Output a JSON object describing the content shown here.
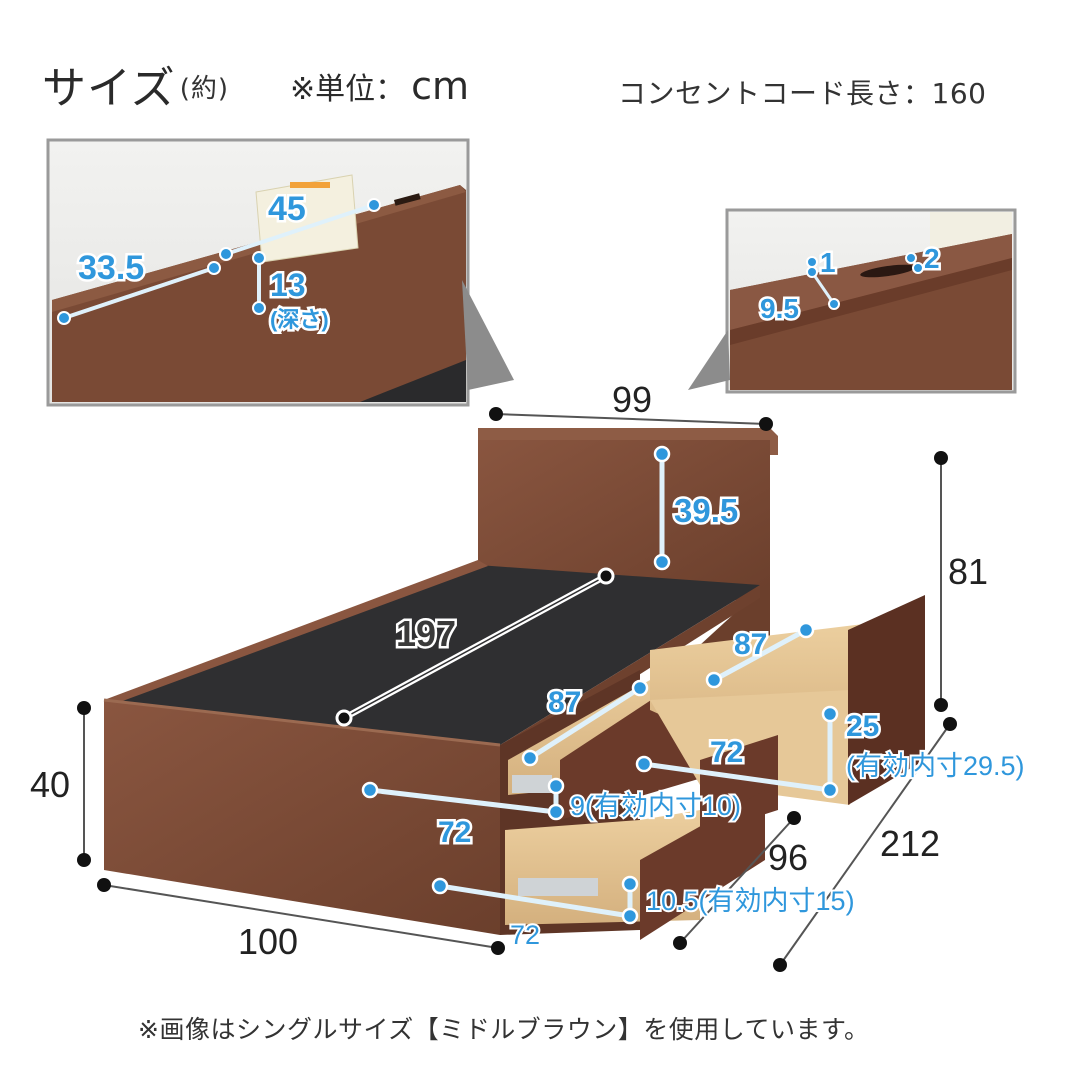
{
  "header": {
    "title": "サイズ",
    "approx": "(約)",
    "unit_label": "※単位：",
    "unit": "cm",
    "cord_length": "コンセントコード長さ：160"
  },
  "inset_left": {
    "slot_width": "33.5",
    "slot_length": "45",
    "slot_depth": "13",
    "slot_depth_note": "(深さ)"
  },
  "inset_right": {
    "dim_a": "1",
    "dim_b": "2",
    "dim_c": "9.5"
  },
  "main": {
    "headboard_width": "99",
    "headboard_height": "39.5",
    "total_height": "81",
    "mattress_length": "197",
    "frame_height": "40",
    "frame_width": "100",
    "drawer_front_length": "96",
    "total_length": "212",
    "upper_drawer_depth": "87",
    "upper_drawer_width": "72",
    "upper_drawer_height": "9(有効内寸10)",
    "large_drawer_depth": "87",
    "large_drawer_width": "72",
    "large_drawer_height": "25",
    "large_drawer_effective": "(有効内寸29.5)",
    "lower_drawer_width": "72",
    "lower_drawer_height": "10.5(有効内寸15)"
  },
  "colors": {
    "wood": "#7a4a35",
    "wood_dark": "#5e3526",
    "mattress": "#2f2f31",
    "drawer_inner": "#e2c394",
    "accent_blue": "#2f97dc"
  },
  "footer": {
    "note": "※画像はシングルサイズ【ミドルブラウン】を使用しています。"
  }
}
